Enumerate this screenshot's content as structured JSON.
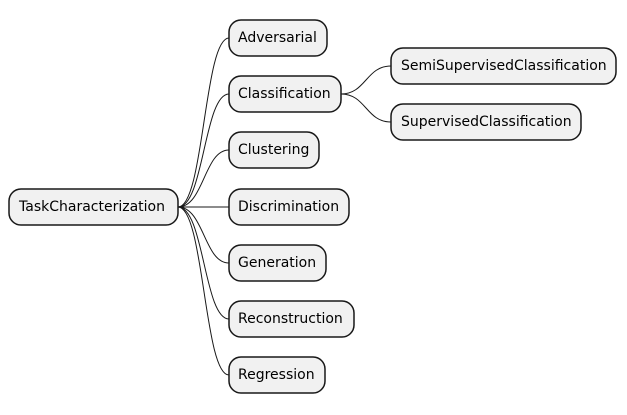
{
  "mindmap": {
    "root": {
      "label": "TaskCharacterization",
      "children": [
        {
          "label": "Adversarial"
        },
        {
          "label": "Classification",
          "children": [
            {
              "label": "SemiSupervisedClassification"
            },
            {
              "label": "SupervisedClassification"
            }
          ]
        },
        {
          "label": "Clustering"
        },
        {
          "label": "Discrimination"
        },
        {
          "label": "Generation"
        },
        {
          "label": "Reconstruction"
        },
        {
          "label": "Regression"
        }
      ]
    }
  },
  "colors": {
    "node_fill": "#f1f1f1",
    "node_border": "#181818",
    "edge": "#181818",
    "text": "#000000",
    "background": "#ffffff"
  }
}
